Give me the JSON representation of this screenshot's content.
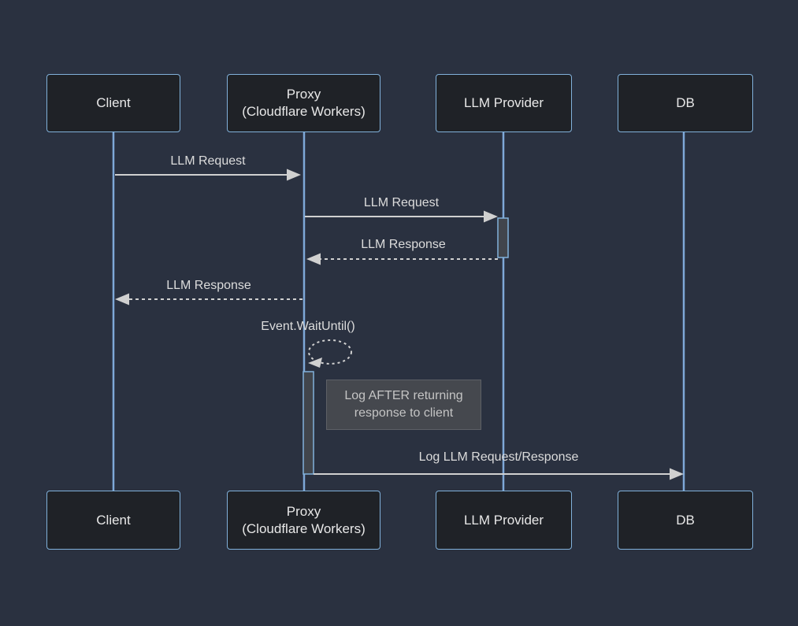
{
  "diagram": {
    "type": "sequence-diagram",
    "actors": [
      {
        "id": "client",
        "lines": [
          "Client"
        ]
      },
      {
        "id": "proxy",
        "lines": [
          "Proxy",
          "(Cloudflare Workers)"
        ]
      },
      {
        "id": "llm-provider",
        "lines": [
          "LLM Provider"
        ]
      },
      {
        "id": "db",
        "lines": [
          "DB"
        ]
      }
    ],
    "messages": [
      {
        "from": "client",
        "to": "proxy",
        "label": "LLM Request",
        "style": "solid"
      },
      {
        "from": "proxy",
        "to": "llm-provider",
        "label": "LLM Request",
        "style": "solid"
      },
      {
        "from": "llm-provider",
        "to": "proxy",
        "label": "LLM Response",
        "style": "dashed"
      },
      {
        "from": "proxy",
        "to": "client",
        "label": "LLM Response",
        "style": "dashed"
      },
      {
        "from": "proxy",
        "to": "proxy",
        "label": "Event.WaitUntil()",
        "style": "dashed-self-loop"
      },
      {
        "from": "proxy",
        "to": "db",
        "label": "Log LLM Request/Response",
        "style": "solid"
      }
    ],
    "note": {
      "attached_to": "proxy",
      "lines": [
        "Log AFTER returning",
        "response to client"
      ]
    },
    "colors": {
      "background": "#2a3140",
      "actor_fill": "#1f2227",
      "actor_border": "#81b1db",
      "lifeline": "#7ea8d8",
      "signal": "#d0d0d0",
      "activation_fill": "#41454c",
      "note_fill": "#45484e",
      "note_border": "#5d6066",
      "text": "#dcdcdc"
    }
  }
}
